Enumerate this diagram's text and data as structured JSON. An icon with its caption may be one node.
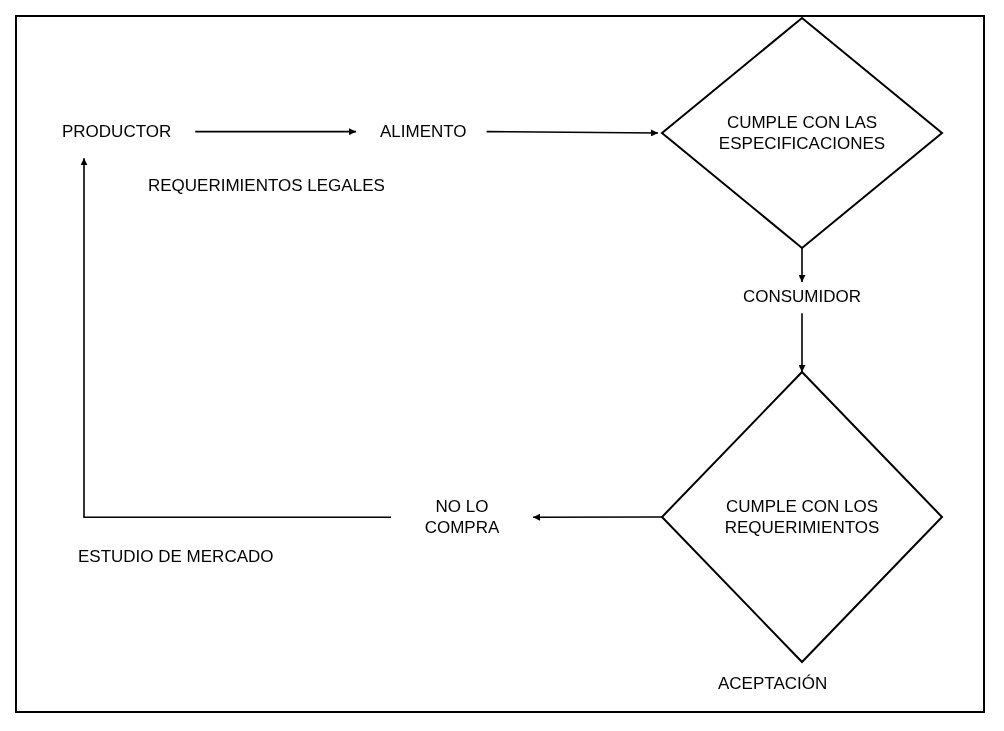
{
  "diagram": {
    "nodes": [
      {
        "text": [
          "PRODUCTOR"
        ]
      },
      {
        "text": [
          "ALIMENTO"
        ]
      },
      {
        "text": [
          "CUMPLE CON LAS ESPECIFICACIONES"
        ]
      },
      {
        "text": [
          "CONSUMIDOR"
        ]
      },
      {
        "text": [
          "CUMPLE CON LOS REQUERIMIENTOS"
        ]
      },
      {
        "text": [
          "NO LO COMPRA"
        ]
      }
    ],
    "edges": [
      {
        "from": 0,
        "to": 1,
        "arrow": "to"
      },
      {
        "from": 1,
        "to": 2,
        "arrow": "to"
      },
      {
        "from": 2,
        "to": 3,
        "arrow": "to"
      },
      {
        "from": 3,
        "to": 4,
        "arrow": "to"
      },
      {
        "from": 4,
        "to": 5,
        "arrow": "to"
      },
      {
        "from": 5,
        "to": 0,
        "arrow": "to"
      }
    ],
    "labels": [
      "REQUERIMIENTOS LEGALES",
      "ESTUDIO DE MERCADO",
      "ACEPTACIÓN"
    ]
  }
}
